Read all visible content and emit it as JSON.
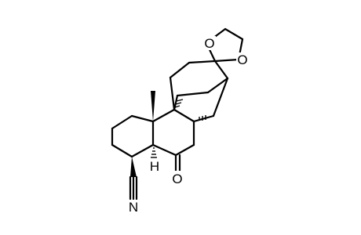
{
  "molecule": {
    "atom_labels": [
      {
        "id": "O-ketal-upper",
        "text": "O"
      },
      {
        "id": "O-ketal-lower",
        "text": "O"
      },
      {
        "id": "O-ketone",
        "text": "O"
      },
      {
        "id": "H-ring-junction",
        "text": "H"
      },
      {
        "id": "N-nitrile",
        "text": "N"
      }
    ]
  },
  "colors": {
    "bond": "#000000",
    "label": "#000000",
    "background": "#ffffff"
  }
}
